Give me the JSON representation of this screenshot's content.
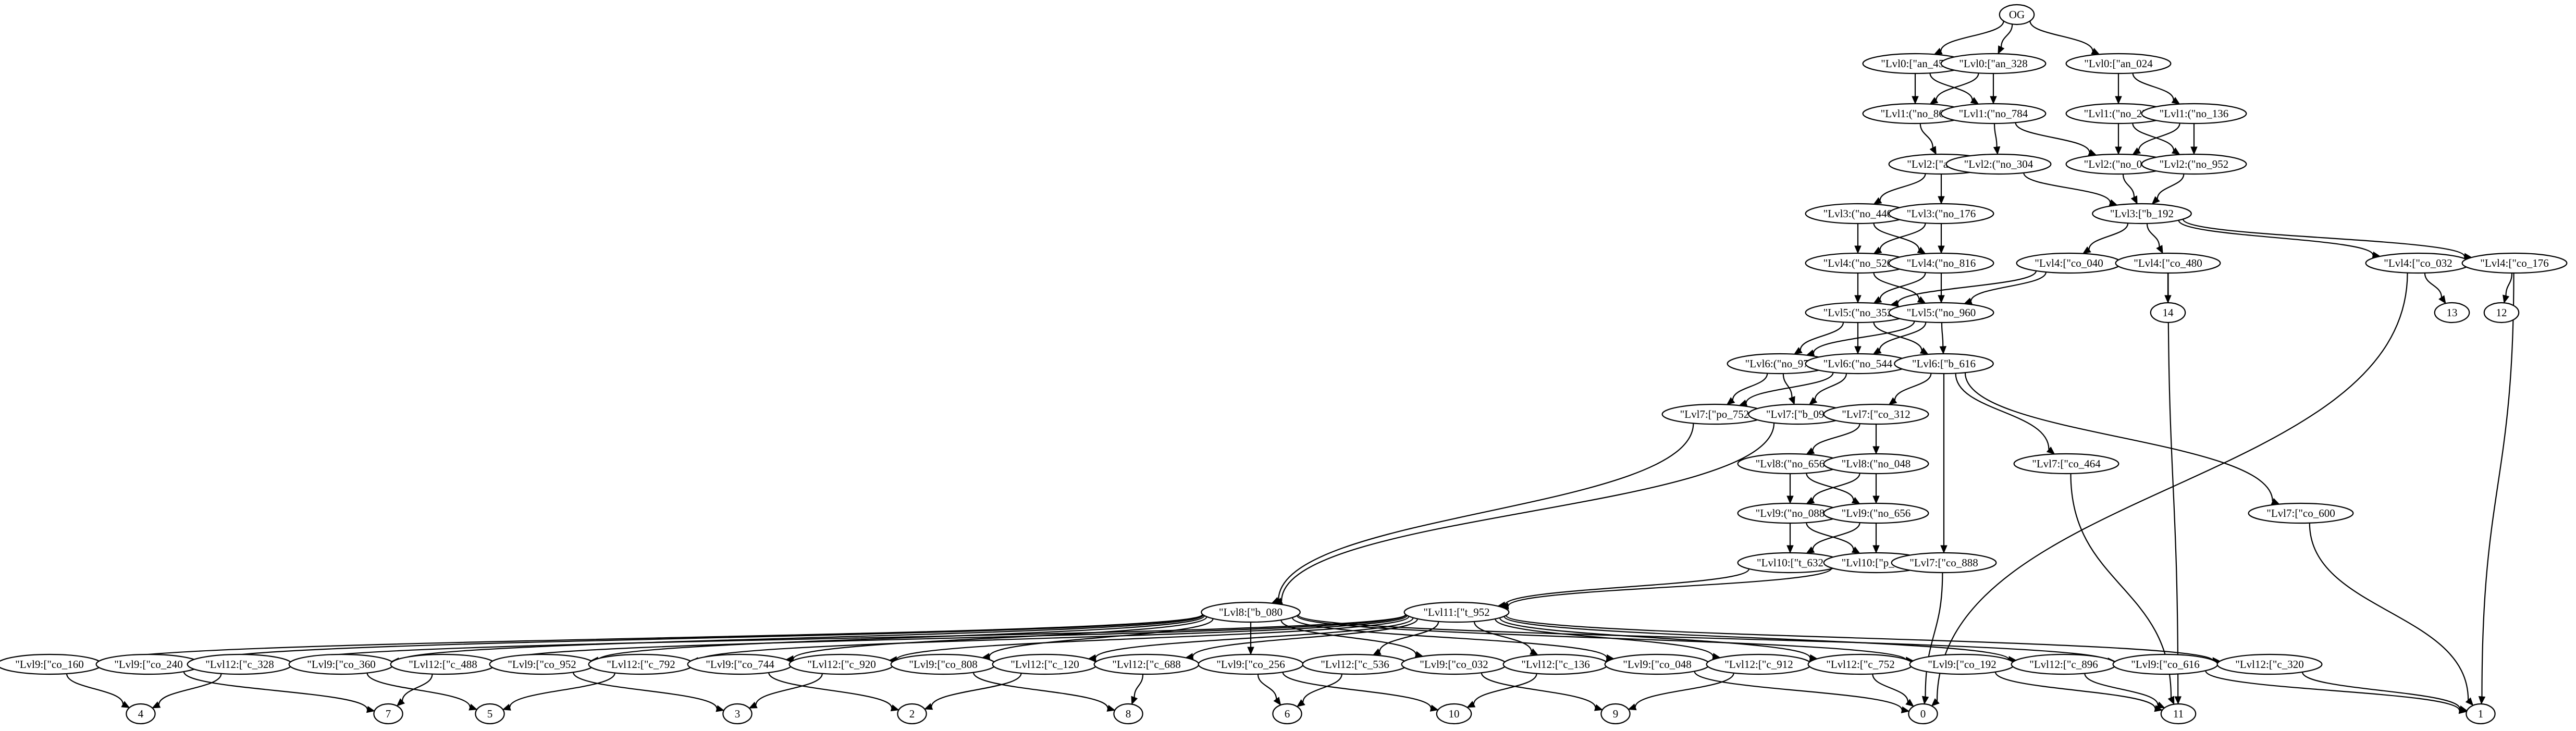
{
  "graph": {
    "nodes": [
      {
        "id": "OG",
        "label": "OG"
      },
      {
        "id": "an_456",
        "label": "\"Lvl0:[\"an_456"
      },
      {
        "id": "an_328",
        "label": "\"Lvl0:[\"an_328"
      },
      {
        "id": "an_024",
        "label": "\"Lvl0:[\"an_024"
      },
      {
        "id": "no_864",
        "label": "\"Lvl1:(\"no_864"
      },
      {
        "id": "no_784",
        "label": "\"Lvl1:(\"no_784"
      },
      {
        "id": "no_272",
        "label": "\"Lvl1:(\"no_272"
      },
      {
        "id": "no_136",
        "label": "\"Lvl1:(\"no_136"
      },
      {
        "id": "an_168",
        "label": "\"Lvl2:[\"an_168"
      },
      {
        "id": "no_304",
        "label": "\"Lvl2:(\"no_304"
      },
      {
        "id": "no_088a",
        "label": "\"Lvl2:(\"no_088"
      },
      {
        "id": "no_952",
        "label": "\"Lvl2:(\"no_952"
      },
      {
        "id": "no_440",
        "label": "\"Lvl3:(\"no_440"
      },
      {
        "id": "no_176",
        "label": "\"Lvl3:(\"no_176"
      },
      {
        "id": "b_192",
        "label": "\"Lvl3:[\"b_192"
      },
      {
        "id": "no_520",
        "label": "\"Lvl4:(\"no_520"
      },
      {
        "id": "no_816",
        "label": "\"Lvl4:(\"no_816"
      },
      {
        "id": "co_040",
        "label": "\"Lvl4:[\"co_040"
      },
      {
        "id": "co_480",
        "label": "\"Lvl4:[\"co_480"
      },
      {
        "id": "co_032",
        "label": "\"Lvl4:[\"co_032"
      },
      {
        "id": "co_176",
        "label": "\"Lvl4:[\"co_176"
      },
      {
        "id": "n14",
        "label": "14"
      },
      {
        "id": "n13",
        "label": "13"
      },
      {
        "id": "n12",
        "label": "12"
      },
      {
        "id": "no_352",
        "label": "\"Lvl5:(\"no_352"
      },
      {
        "id": "no_960",
        "label": "\"Lvl5:(\"no_960"
      },
      {
        "id": "no_976",
        "label": "\"Lvl6:(\"no_976"
      },
      {
        "id": "no_544",
        "label": "\"Lvl6:(\"no_544"
      },
      {
        "id": "b_616",
        "label": "\"Lvl6:[\"b_616"
      },
      {
        "id": "po_752",
        "label": "\"Lvl7:[\"po_752"
      },
      {
        "id": "b_096",
        "label": "\"Lvl7:[\"b_096"
      },
      {
        "id": "co_312",
        "label": "\"Lvl7:[\"co_312"
      },
      {
        "id": "co_464",
        "label": "\"Lvl7:[\"co_464"
      },
      {
        "id": "co_600",
        "label": "\"Lvl7:[\"co_600"
      },
      {
        "id": "no_656a",
        "label": "\"Lvl8:(\"no_656"
      },
      {
        "id": "no_048",
        "label": "\"Lvl8:(\"no_048"
      },
      {
        "id": "no_088b",
        "label": "\"Lvl9:(\"no_088"
      },
      {
        "id": "no_656b",
        "label": "\"Lvl9:(\"no_656"
      },
      {
        "id": "t_632",
        "label": "\"Lvl10:[\"t_632"
      },
      {
        "id": "p_176",
        "label": "\"Lvl10:[\"p_176"
      },
      {
        "id": "co_888",
        "label": "\"Lvl7:[\"co_888"
      },
      {
        "id": "b_080",
        "label": "\"Lvl8:[\"b_080"
      },
      {
        "id": "t_952",
        "label": "\"Lvl11:[\"t_952"
      },
      {
        "id": "co_160",
        "label": "\"Lvl9:[\"co_160"
      },
      {
        "id": "co_240",
        "label": "\"Lvl9:[\"co_240"
      },
      {
        "id": "c_328",
        "label": "\"Lvl12:[\"c_328"
      },
      {
        "id": "co_360",
        "label": "\"Lvl9:[\"co_360"
      },
      {
        "id": "c_488",
        "label": "\"Lvl12:[\"c_488"
      },
      {
        "id": "co_952",
        "label": "\"Lvl9:[\"co_952"
      },
      {
        "id": "c_792",
        "label": "\"Lvl12:[\"c_792"
      },
      {
        "id": "co_744",
        "label": "\"Lvl9:[\"co_744"
      },
      {
        "id": "c_920",
        "label": "\"Lvl12:[\"c_920"
      },
      {
        "id": "co_808",
        "label": "\"Lvl9:[\"co_808"
      },
      {
        "id": "c_120",
        "label": "\"Lvl12:[\"c_120"
      },
      {
        "id": "c_688",
        "label": "\"Lvl12:[\"c_688"
      },
      {
        "id": "co_256",
        "label": "\"Lvl9:[\"co_256"
      },
      {
        "id": "c_536",
        "label": "\"Lvl12:[\"c_536"
      },
      {
        "id": "co_032b",
        "label": "\"Lvl9:[\"co_032"
      },
      {
        "id": "c_136",
        "label": "\"Lvl12:[\"c_136"
      },
      {
        "id": "co_048",
        "label": "\"Lvl9:[\"co_048"
      },
      {
        "id": "c_912",
        "label": "\"Lvl12:[\"c_912"
      },
      {
        "id": "c_752",
        "label": "\"Lvl12:[\"c_752"
      },
      {
        "id": "co_192",
        "label": "\"Lvl9:[\"co_192"
      },
      {
        "id": "c_896",
        "label": "\"Lvl12:[\"c_896"
      },
      {
        "id": "co_616",
        "label": "\"Lvl9:[\"co_616"
      },
      {
        "id": "c_320",
        "label": "\"Lvl12:[\"c_320"
      },
      {
        "id": "n4",
        "label": "4"
      },
      {
        "id": "n7",
        "label": "7"
      },
      {
        "id": "n5",
        "label": "5"
      },
      {
        "id": "n3",
        "label": "3"
      },
      {
        "id": "n2",
        "label": "2"
      },
      {
        "id": "n8",
        "label": "8"
      },
      {
        "id": "n6",
        "label": "6"
      },
      {
        "id": "n10",
        "label": "10"
      },
      {
        "id": "n9",
        "label": "9"
      },
      {
        "id": "n0",
        "label": "0"
      },
      {
        "id": "n11",
        "label": "11"
      },
      {
        "id": "n1",
        "label": "1"
      }
    ],
    "edges": [
      [
        "OG",
        "an_456"
      ],
      [
        "OG",
        "an_328"
      ],
      [
        "OG",
        "an_024"
      ],
      [
        "an_456",
        "no_864"
      ],
      [
        "an_456",
        "no_784"
      ],
      [
        "an_328",
        "no_864"
      ],
      [
        "an_328",
        "no_784"
      ],
      [
        "an_024",
        "no_272"
      ],
      [
        "an_024",
        "no_136"
      ],
      [
        "no_864",
        "an_168"
      ],
      [
        "no_784",
        "no_304"
      ],
      [
        "no_784",
        "no_088a"
      ],
      [
        "no_272",
        "no_088a"
      ],
      [
        "no_272",
        "no_952"
      ],
      [
        "no_136",
        "no_088a"
      ],
      [
        "no_136",
        "no_952"
      ],
      [
        "an_168",
        "no_440"
      ],
      [
        "an_168",
        "no_176"
      ],
      [
        "no_304",
        "b_192"
      ],
      [
        "no_088a",
        "b_192"
      ],
      [
        "no_952",
        "b_192"
      ],
      [
        "no_440",
        "no_520"
      ],
      [
        "no_440",
        "no_816"
      ],
      [
        "no_176",
        "no_520"
      ],
      [
        "no_176",
        "no_816"
      ],
      [
        "b_192",
        "co_040"
      ],
      [
        "b_192",
        "co_480"
      ],
      [
        "b_192",
        "co_032"
      ],
      [
        "b_192",
        "co_176"
      ],
      [
        "co_480",
        "n14"
      ],
      [
        "co_480",
        "n11"
      ],
      [
        "co_032",
        "n13"
      ],
      [
        "co_032",
        "n0"
      ],
      [
        "co_176",
        "n12"
      ],
      [
        "co_176",
        "n1"
      ],
      [
        "no_520",
        "no_352"
      ],
      [
        "no_520",
        "no_960"
      ],
      [
        "no_816",
        "no_352"
      ],
      [
        "no_816",
        "no_960"
      ],
      [
        "co_040",
        "no_352"
      ],
      [
        "co_040",
        "no_960"
      ],
      [
        "no_352",
        "no_976"
      ],
      [
        "no_352",
        "no_544"
      ],
      [
        "no_352",
        "b_616"
      ],
      [
        "no_960",
        "no_976"
      ],
      [
        "no_960",
        "no_544"
      ],
      [
        "no_960",
        "b_616"
      ],
      [
        "no_976",
        "po_752"
      ],
      [
        "no_976",
        "b_096"
      ],
      [
        "no_544",
        "po_752"
      ],
      [
        "no_544",
        "b_096"
      ],
      [
        "b_616",
        "co_312"
      ],
      [
        "b_616",
        "co_464"
      ],
      [
        "b_616",
        "co_600"
      ],
      [
        "b_616",
        "co_888"
      ],
      [
        "po_752",
        "b_080"
      ],
      [
        "b_096",
        "b_080"
      ],
      [
        "co_312",
        "no_656a"
      ],
      [
        "co_312",
        "no_048"
      ],
      [
        "co_464",
        "n11"
      ],
      [
        "co_600",
        "n1"
      ],
      [
        "co_888",
        "n0"
      ],
      [
        "no_656a",
        "no_088b"
      ],
      [
        "no_656a",
        "no_656b"
      ],
      [
        "no_048",
        "no_088b"
      ],
      [
        "no_048",
        "no_656b"
      ],
      [
        "no_088b",
        "t_632"
      ],
      [
        "no_088b",
        "p_176"
      ],
      [
        "no_656b",
        "t_632"
      ],
      [
        "no_656b",
        "p_176"
      ],
      [
        "t_632",
        "t_952"
      ],
      [
        "p_176",
        "t_952"
      ],
      [
        "b_080",
        "co_160"
      ],
      [
        "b_080",
        "co_240"
      ],
      [
        "b_080",
        "co_360"
      ],
      [
        "b_080",
        "co_952"
      ],
      [
        "b_080",
        "co_744"
      ],
      [
        "b_080",
        "co_808"
      ],
      [
        "b_080",
        "co_256"
      ],
      [
        "b_080",
        "co_032b"
      ],
      [
        "b_080",
        "co_048"
      ],
      [
        "b_080",
        "co_192"
      ],
      [
        "b_080",
        "co_616"
      ],
      [
        "t_952",
        "c_328"
      ],
      [
        "t_952",
        "c_488"
      ],
      [
        "t_952",
        "c_792"
      ],
      [
        "t_952",
        "c_920"
      ],
      [
        "t_952",
        "c_120"
      ],
      [
        "t_952",
        "c_688"
      ],
      [
        "t_952",
        "c_536"
      ],
      [
        "t_952",
        "c_136"
      ],
      [
        "t_952",
        "c_912"
      ],
      [
        "t_952",
        "c_752"
      ],
      [
        "t_952",
        "c_896"
      ],
      [
        "t_952",
        "c_320"
      ],
      [
        "co_160",
        "n4"
      ],
      [
        "c_328",
        "n4"
      ],
      [
        "co_240",
        "n7"
      ],
      [
        "c_488",
        "n7"
      ],
      [
        "co_360",
        "n5"
      ],
      [
        "c_792",
        "n5"
      ],
      [
        "co_952",
        "n3"
      ],
      [
        "c_920",
        "n3"
      ],
      [
        "co_744",
        "n2"
      ],
      [
        "c_120",
        "n2"
      ],
      [
        "co_808",
        "n8"
      ],
      [
        "c_688",
        "n8"
      ],
      [
        "co_256",
        "n6"
      ],
      [
        "co_256",
        "n10"
      ],
      [
        "c_536",
        "n6"
      ],
      [
        "c_136",
        "n10"
      ],
      [
        "co_032b",
        "n9"
      ],
      [
        "c_912",
        "n9"
      ],
      [
        "co_048",
        "n0"
      ],
      [
        "c_752",
        "n0"
      ],
      [
        "co_192",
        "n11"
      ],
      [
        "c_896",
        "n11"
      ],
      [
        "co_616",
        "n1"
      ],
      [
        "c_320",
        "n1"
      ]
    ]
  }
}
